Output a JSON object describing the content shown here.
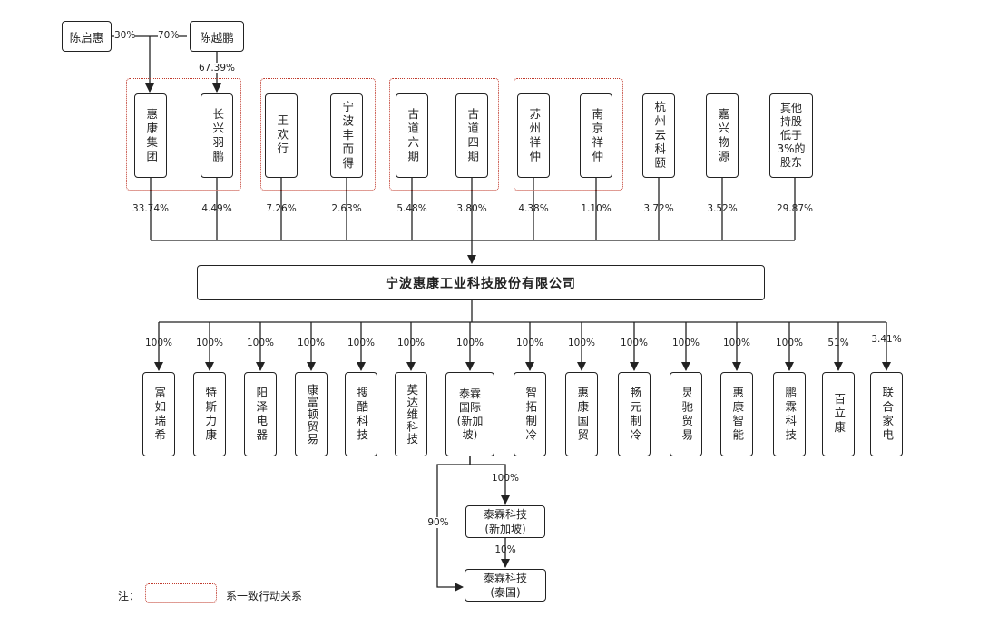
{
  "shareholders": {
    "top": [
      {
        "id": "chen-qihui",
        "name": "陈启惠"
      },
      {
        "id": "chen-yuepeng",
        "name": "陈越鹏"
      }
    ],
    "top_links": [
      {
        "label": "30%"
      },
      {
        "label": "70%"
      },
      {
        "label": "67.39%"
      }
    ],
    "direct": [
      {
        "name": "惠康集团",
        "pct": "33.74%"
      },
      {
        "name": "长兴羽鹏",
        "pct": "4.49%"
      },
      {
        "name": "王欢行",
        "pct": "7.26%"
      },
      {
        "name": "宁波丰而得",
        "pct": "2.63%"
      },
      {
        "name": "古道六期",
        "pct": "5.48%"
      },
      {
        "name": "古道四期",
        "pct": "3.80%"
      },
      {
        "name": "苏州祥仲",
        "pct": "4.38%"
      },
      {
        "name": "南京祥仲",
        "pct": "1.10%"
      },
      {
        "name": "杭州云科颐",
        "pct": "3.72%"
      },
      {
        "name": "嘉兴物源",
        "pct": "3.52%"
      },
      {
        "name_lines": [
          "其他",
          "持股",
          "低于",
          "3%的",
          "股东"
        ],
        "pct": "29.87%"
      }
    ]
  },
  "company": {
    "name": "宁波惠康工业科技股份有限公司"
  },
  "subsidiaries": [
    {
      "name": "富如瑞希",
      "pct": "100%"
    },
    {
      "name": "特斯力康",
      "pct": "100%"
    },
    {
      "name": "阳泽电器",
      "pct": "100%"
    },
    {
      "name": "康富顿贸易",
      "pct": "100%"
    },
    {
      "name": "搜酷科技",
      "pct": "100%"
    },
    {
      "name": "英达维科技",
      "pct": "100%"
    },
    {
      "name_lines": [
        "泰霖",
        "国际",
        "(新加",
        "坡)"
      ],
      "pct": "100%"
    },
    {
      "name": "智拓制冷",
      "pct": "100%"
    },
    {
      "name": "惠康国贸",
      "pct": "100%"
    },
    {
      "name": "畅元制冷",
      "pct": "100%"
    },
    {
      "name": "炅驰贸易",
      "pct": "100%"
    },
    {
      "name": "惠康智能",
      "pct": "100%"
    },
    {
      "name": "鹏霖科技",
      "pct": "100%"
    },
    {
      "name": "百立康",
      "pct": "51%"
    },
    {
      "name": "联合家电",
      "pct": "3.41%"
    }
  ],
  "second_level": [
    {
      "lines": [
        "泰霖科技",
        "(新加坡)"
      ],
      "pct": "100%"
    },
    {
      "lines": [
        "泰霖科技",
        "(泰国)"
      ],
      "pct": "10%"
    }
  ],
  "direct_link_to_thailand": {
    "pct": "90%"
  },
  "legend": {
    "prefix": "注：",
    "text": "系一致行动关系"
  },
  "colors": {
    "line": "#222222",
    "group_border": "#c0392b"
  }
}
